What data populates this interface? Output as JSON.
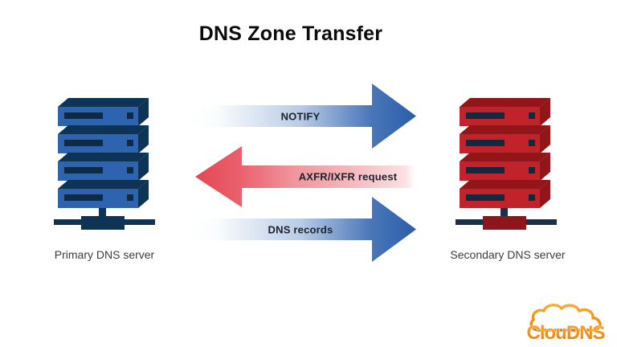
{
  "title": "DNS Zone Transfer",
  "diagram": {
    "primary_server": {
      "label": "Primary DNS server",
      "body_color": "#2e64af",
      "dark_color": "#0d3456"
    },
    "secondary_server": {
      "label": "Secondary DNS server",
      "body_color": "#c2232a",
      "dark_color": "#911519"
    },
    "flows": [
      {
        "label": "NOTIFY",
        "direction": "right",
        "color": "#2b5da9"
      },
      {
        "label": "AXFR/IXFR request",
        "direction": "left",
        "color": "#e64853"
      },
      {
        "label": "DNS records",
        "direction": "right",
        "color": "#2b5da9"
      }
    ]
  },
  "branding": {
    "logo_text": "ClouDNS",
    "accent_color": "#f6891e"
  }
}
